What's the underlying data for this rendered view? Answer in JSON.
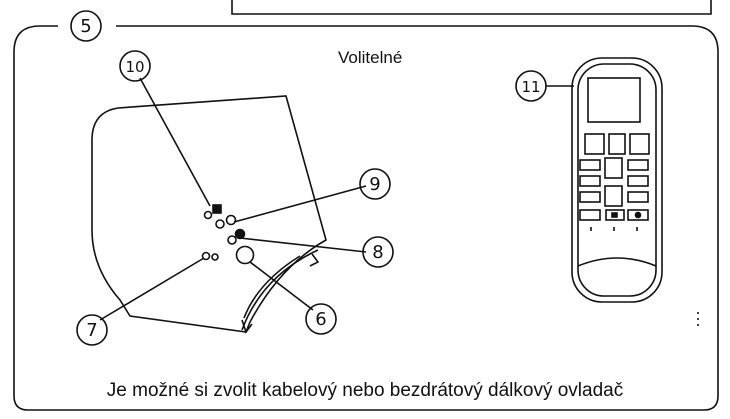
{
  "figure": {
    "section_number": "5",
    "optional_label": "Volitelné",
    "caption": "Je možné si zvolit kabelový nebo bezdrátový dálkový ovladač"
  },
  "callouts": [
    "6",
    "7",
    "8",
    "9",
    "10",
    "11"
  ],
  "colors": {
    "line": "#111111",
    "background": "#ffffff"
  }
}
